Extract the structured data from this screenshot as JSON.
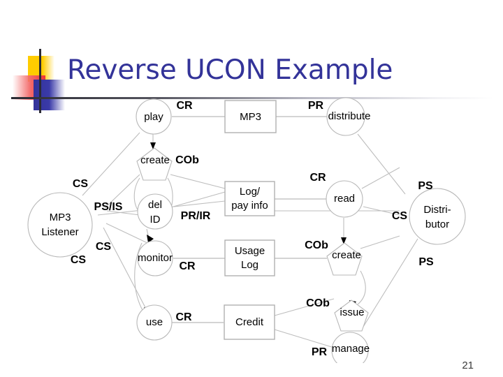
{
  "slide": {
    "title": "Reverse UCON Example",
    "page_number": "21",
    "title_color": "#333399",
    "decoration": {
      "yellow": "#FFCC00",
      "red": "#EE3333",
      "blue": "#333399",
      "rule": "#2b2b33"
    }
  },
  "diagram": {
    "type": "ucon-flow",
    "nodes": [
      {
        "id": "play",
        "shape": "circle",
        "label": "play"
      },
      {
        "id": "mp3",
        "shape": "rectangle",
        "label": "MP3"
      },
      {
        "id": "distribute",
        "shape": "circle",
        "label": "distribute"
      },
      {
        "id": "create-cob",
        "shape": "pentagon",
        "label": "create"
      },
      {
        "id": "mp3-listener",
        "shape": "circle",
        "label_line1": "MP3",
        "label_line2": "Listener"
      },
      {
        "id": "del-id",
        "shape": "circle",
        "label_line1": "del",
        "label_line2": "ID"
      },
      {
        "id": "log-pay",
        "shape": "rectangle",
        "label_line1": "Log/",
        "label_line2": "pay info"
      },
      {
        "id": "read",
        "shape": "circle",
        "label": "read"
      },
      {
        "id": "distributor",
        "shape": "circle",
        "label_line1": "Distri-",
        "label_line2": "butor"
      },
      {
        "id": "monitor",
        "shape": "circle",
        "label": "monitor"
      },
      {
        "id": "usage-log",
        "shape": "rectangle",
        "label_line1": "Usage",
        "label_line2": "Log"
      },
      {
        "id": "create2",
        "shape": "pentagon",
        "label": "create"
      },
      {
        "id": "use",
        "shape": "circle",
        "label": "use"
      },
      {
        "id": "credit",
        "shape": "rectangle",
        "label": "Credit"
      },
      {
        "id": "issue",
        "shape": "pentagon",
        "label": "issue"
      },
      {
        "id": "manage",
        "shape": "circle",
        "label": "manage"
      }
    ],
    "edge_labels": [
      {
        "id": "lbl-cr-play",
        "text": "CR"
      },
      {
        "id": "lbl-pr-distribute",
        "text": "PR"
      },
      {
        "id": "lbl-cob-create",
        "text": "COb"
      },
      {
        "id": "lbl-cs-upper",
        "text": "CS"
      },
      {
        "id": "lbl-psis",
        "text": "PS/IS"
      },
      {
        "id": "lbl-prir",
        "text": "PR/IR"
      },
      {
        "id": "lbl-cr-read",
        "text": "CR"
      },
      {
        "id": "lbl-ps-upper",
        "text": "PS"
      },
      {
        "id": "lbl-cs-distributor",
        "text": "CS"
      },
      {
        "id": "lbl-cs-mid",
        "text": "CS"
      },
      {
        "id": "lbl-cs-lower",
        "text": "CS"
      },
      {
        "id": "lbl-cr-monitor",
        "text": "CR"
      },
      {
        "id": "lbl-cob-create2",
        "text": "COb"
      },
      {
        "id": "lbl-ps-lower",
        "text": "PS"
      },
      {
        "id": "lbl-cr-use",
        "text": "CR"
      },
      {
        "id": "lbl-cob-issue",
        "text": "COb"
      },
      {
        "id": "lbl-pr-manage",
        "text": "PR"
      }
    ]
  }
}
